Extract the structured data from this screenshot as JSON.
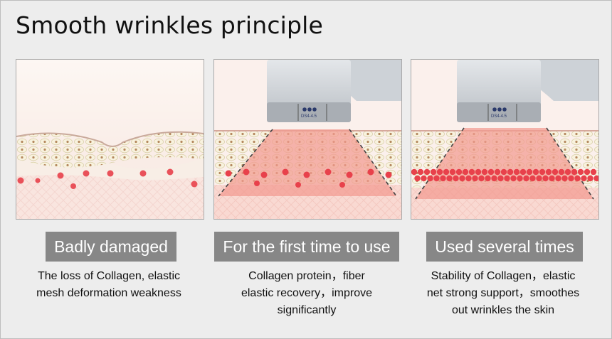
{
  "title": "Smooth wrinkles principle",
  "colors": {
    "background": "#ededed",
    "badge": "#878787",
    "collagen_dot": "#e8414b",
    "treatment_zone": "#f5a8a1",
    "cell_layer": "#f3ecd2"
  },
  "device": {
    "label": "DS4-4.5",
    "icon": "ultrasound-transducer-head"
  },
  "stages": [
    {
      "label": "Badly damaged",
      "description": [
        "The loss of Collagen, elastic",
        "mesh deformation weakness"
      ]
    },
    {
      "label": "For the first time to use",
      "description": [
        "Collagen protein，fiber",
        "elastic recovery，improve",
        "significantly"
      ]
    },
    {
      "label": "Used several times",
      "description": [
        "Stability of Collagen，elastic",
        "net strong support，smoothes",
        "out wrinkles the skin"
      ]
    }
  ]
}
